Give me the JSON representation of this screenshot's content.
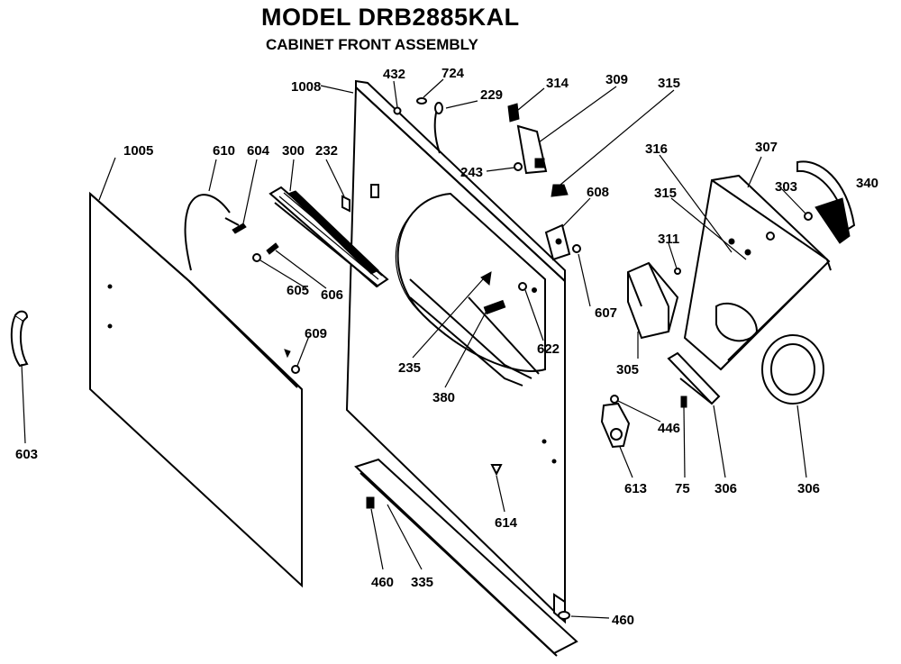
{
  "header": {
    "title": "MODEL DRB2885KAL",
    "subtitle": "CABINET FRONT ASSEMBLY"
  },
  "callouts": {
    "p1008": "1008",
    "p432": "432",
    "p724": "724",
    "p229": "229",
    "p314": "314",
    "p309": "309",
    "p315b": "315",
    "p1005": "1005",
    "p610": "610",
    "p604": "604",
    "p300": "300",
    "p232": "232",
    "p243": "243",
    "p608": "608",
    "p316": "316",
    "p307": "307",
    "p340": "340",
    "p303": "303",
    "p315": "315",
    "p311": "311",
    "p605": "605",
    "p606": "606",
    "p607": "607",
    "p609": "609",
    "p622": "622",
    "p235": "235",
    "p380": "380",
    "p305": "305",
    "p446": "446",
    "p613": "613",
    "p75": "75",
    "p306a": "306",
    "p306b": "306",
    "p603": "603",
    "p614": "614",
    "p460a": "460",
    "p335": "335",
    "p460b": "460"
  }
}
